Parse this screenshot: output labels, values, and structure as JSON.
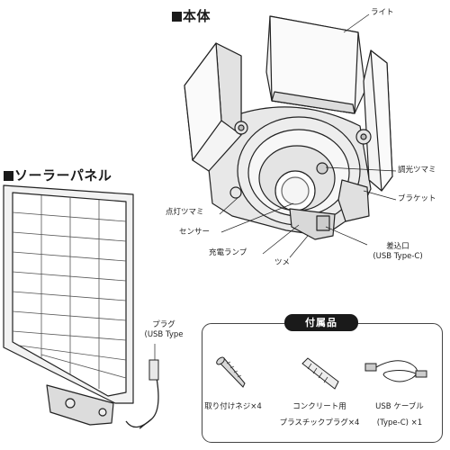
{
  "main_unit": {
    "heading": "本体",
    "labels": {
      "light": "ライト",
      "dimmer_knob": "調光ツマミ",
      "bracket": "ブラケット",
      "lighting_knob": "点灯ツマミ",
      "sensor": "センサー",
      "charge_lamp": "充電ランプ",
      "knob": "ツメ",
      "port_line1": "差込口",
      "port_line2": "(USB Type-C)"
    }
  },
  "solar_panel": {
    "heading": "ソーラーパネル",
    "plug_line1": "プラグ",
    "plug_line2": "(USB Type"
  },
  "accessories": {
    "title": "付属品",
    "items": [
      {
        "icon": "screw-icon",
        "line1": "取り付けネジ×4",
        "line2": ""
      },
      {
        "icon": "wall-plug-icon",
        "line1": "コンクリート用",
        "line2": "プラスチックプラグ×4"
      },
      {
        "icon": "usb-cable-icon",
        "line1": "USB ケーブル",
        "line2": "(Type-C) ×1"
      }
    ]
  }
}
